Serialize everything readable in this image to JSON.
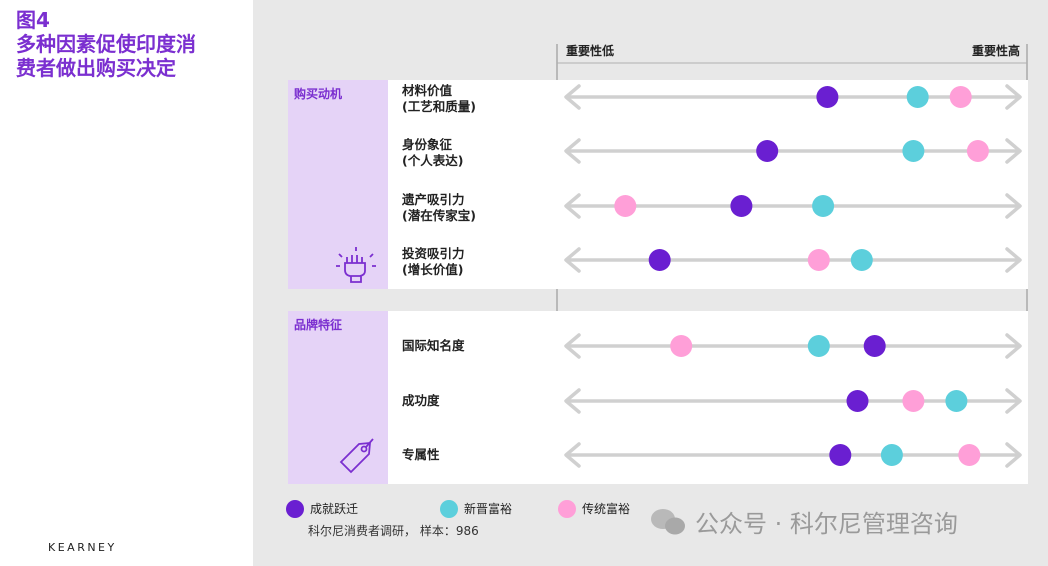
{
  "figure": {
    "title_line1": "图4",
    "title_line2": "多种因素促使印度消",
    "title_line3": "费者做出购买决定",
    "brand": "KEARNEY"
  },
  "header": {
    "low_label": "重要性低",
    "high_label": "重要性高"
  },
  "legend": {
    "items": [
      {
        "label": "成就跃迁",
        "color": "#6a1fd1"
      },
      {
        "label": "新晋富裕",
        "color": "#5ccfdc"
      },
      {
        "label": "传统富裕",
        "color": "#ff9fd8"
      }
    ]
  },
  "source_note": "科尔尼消费者调研， 样本：986",
  "watermark": "公众号 · 科尔尼管理咨询",
  "colors": {
    "accent": "#7b2fd0",
    "section_bg": "#e5d3f7",
    "panel_bg": "#e8e8e8",
    "arrow": "#d0d0d0"
  },
  "chart_data": {
    "type": "scatter",
    "description_scale": "importance from low (0) to high (100)",
    "xlim": [
      0,
      100
    ],
    "series_names": [
      "成就跃迁",
      "新晋富裕",
      "传统富裕"
    ],
    "sections": [
      {
        "name": "购买动机",
        "icon": "raised-fist-icon",
        "rows": [
          {
            "line1": "材料价值",
            "line2": "(工艺和质量)",
            "values": [
              58,
              79,
              89
            ]
          },
          {
            "line1": "身份象征",
            "line2": "(个人表达)",
            "values": [
              44,
              78,
              93
            ]
          },
          {
            "line1": "遗产吸引力",
            "line2": "(潜在传家宝)",
            "values": [
              38,
              57,
              11
            ]
          },
          {
            "line1": "投资吸引力",
            "line2": "(增长价值)",
            "values": [
              19,
              66,
              56
            ]
          }
        ]
      },
      {
        "name": "品牌特征",
        "icon": "price-tag-icon",
        "rows": [
          {
            "line1": "国际知名度",
            "line2": "",
            "values": [
              69,
              56,
              24
            ]
          },
          {
            "line1": "成功度",
            "line2": "",
            "values": [
              65,
              88,
              78
            ]
          },
          {
            "line1": "专属性",
            "line2": "",
            "values": [
              61,
              73,
              91
            ]
          }
        ]
      }
    ]
  }
}
